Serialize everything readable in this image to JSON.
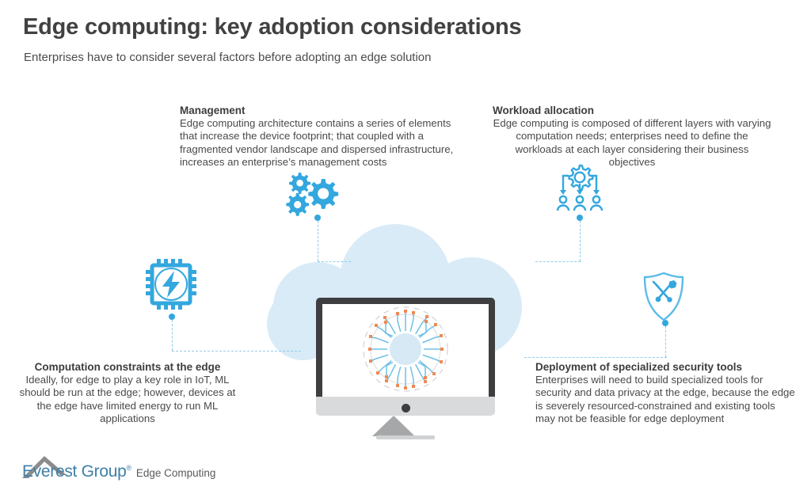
{
  "header": {
    "title": "Edge computing: key adoption considerations",
    "subtitle": "Enterprises have to consider several factors before adopting an edge solution"
  },
  "callouts": [
    {
      "id": "management",
      "title": "Management",
      "body": "Edge computing architecture contains a series of elements that increase the device footprint; that coupled with a fragmented vendor landscape and dispersed infrastructure, increases an enterprise’s management costs",
      "icon": "gears-icon"
    },
    {
      "id": "workload",
      "title": "Workload allocation",
      "body": "Edge computing is composed of different layers with varying computation needs; enterprises need to define the workloads at each layer considering their business objectives",
      "icon": "workload-allocation-icon"
    },
    {
      "id": "computation",
      "title": "Computation constraints at the edge",
      "body": "Ideally, for edge to play a key role in IoT, ML should be run at the edge; however, devices at the edge have limited energy to run ML applications",
      "icon": "cpu-chip-icon"
    },
    {
      "id": "security",
      "title": "Deployment of specialized security tools",
      "body": "Enterprises will need to build specialized tools for security and data privacy at the edge, because the edge is severely resourced-constrained and existing tools may not be feasible for edge deployment",
      "icon": "security-shield-icon"
    }
  ],
  "central_graphic": {
    "name": "edge-device-monitor",
    "screen_graphic": "radial-circuit-network"
  },
  "footer": {
    "brand": "Everest Group",
    "registered_mark": "®",
    "tagline": "Edge Computing"
  },
  "colors": {
    "accent_blue": "#33a7de",
    "light_blue": "#8ecdec",
    "cloud_blue": "#d9ebf7",
    "title_gray": "#414141",
    "body_gray": "#4a4a4a",
    "bezel_dark": "#3e3e40",
    "node_orange": "#f08a52",
    "logo_blue": "#3f7fa6"
  }
}
